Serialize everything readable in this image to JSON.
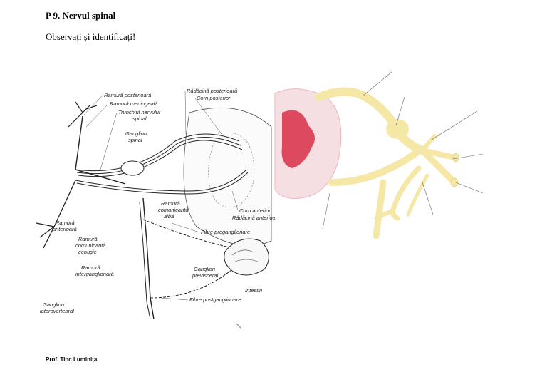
{
  "header": {
    "title": "P 9. Nervul spinal",
    "instruction": "Observați și identificați!"
  },
  "footer": {
    "author": "Prof. Tinc Luminița"
  },
  "left_figure": {
    "labels": {
      "ramura_posterioara": "Ramură posterioară",
      "ramura_meningeala": "Ramură meningeală",
      "trunchiul": "Trunchiul nervului",
      "spinal1": "spinal",
      "ganglion": "Ganglion",
      "spinal2": "spinal",
      "radacina_posterioara": "Rădăcină posterioară",
      "corn_posterior": "Corn posterior",
      "ramura_comunicanta_alba1": "Ramură",
      "ramura_comunicanta_alba2": "comunicantă",
      "ramura_comunicanta_alba3": "albă",
      "corn_anterior": "Corn anterior",
      "radacina_anterioara": "Rădăcină anterioară",
      "fibre_preganglionare": "Fibre preganglionare",
      "ramura_anterioara1": "Ramură",
      "ramura_anterioara2": "anterioară",
      "ramura_cenusie1": "Ramură",
      "ramura_cenusie2": "comunicantă",
      "ramura_cenusie3": "cenușie",
      "ganglion_previsceral1": "Ganglion",
      "ganglion_previsceral2": "previsceral",
      "ramura_interganglionara1": "Ramură",
      "ramura_interganglionara2": "interganglionară",
      "intestin": "Intestin",
      "fibre_postganglionare": "Fibre postganglionare",
      "ganglion_laterovertebral1": "Ganglion",
      "ganglion_laterovertebral2": "laterovertebral"
    }
  },
  "colors": {
    "nerve": "#f5e8a6",
    "nerve_stroke": "#e4cf82",
    "gray_matter": "#f3c9cd",
    "gray_matter_core": "#dd4a60",
    "line": "#333333"
  }
}
